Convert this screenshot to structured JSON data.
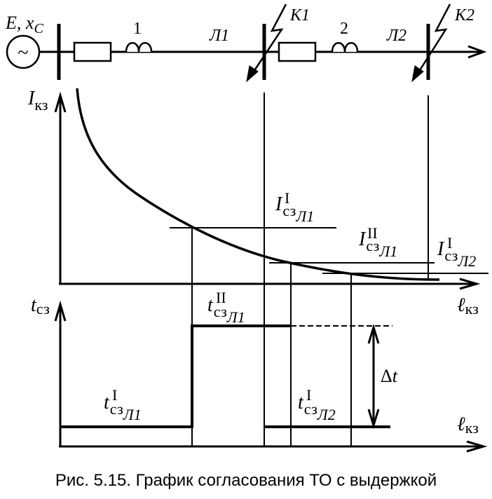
{
  "source": {
    "label_main": "E",
    "label_sep": ", ",
    "label_x": "x",
    "label_sub": "C",
    "symbol": "~"
  },
  "elements": {
    "coil1": "1",
    "coil2": "2",
    "line1": "Л1",
    "line2": "Л2",
    "fault1": "К1",
    "fault2": "К2"
  },
  "current_axis": {
    "main": "I",
    "sub": "кз"
  },
  "time_axis": {
    "main": "t",
    "sub": "сз"
  },
  "distance_axis": {
    "main": "ℓ",
    "sub": "кз"
  },
  "settings": {
    "i_l1_stage1": {
      "main": "I",
      "sub": "сз",
      "sup": "I",
      "line": "Л1"
    },
    "i_l1_stage2": {
      "main": "I",
      "sub": "сз",
      "sup": "II",
      "line": "Л1"
    },
    "i_l2_stage1": {
      "main": "I",
      "sub": "сз",
      "sup": "I",
      "line": "Л2"
    },
    "t_l1_stage2": {
      "main": "t",
      "sub": "сз",
      "sup": "II",
      "line": "Л1"
    },
    "t_l1_stage1": {
      "main": "t",
      "sub": "сз",
      "sup": "I",
      "line": "Л1"
    },
    "t_l2_stage1": {
      "main": "t",
      "sub": "сз",
      "sup": "I",
      "line": "Л2"
    }
  },
  "delta_t": {
    "symbol": "Δ",
    "var": "t"
  },
  "caption": "Рис. 5.15. График согласования ТО с выдержкой"
}
